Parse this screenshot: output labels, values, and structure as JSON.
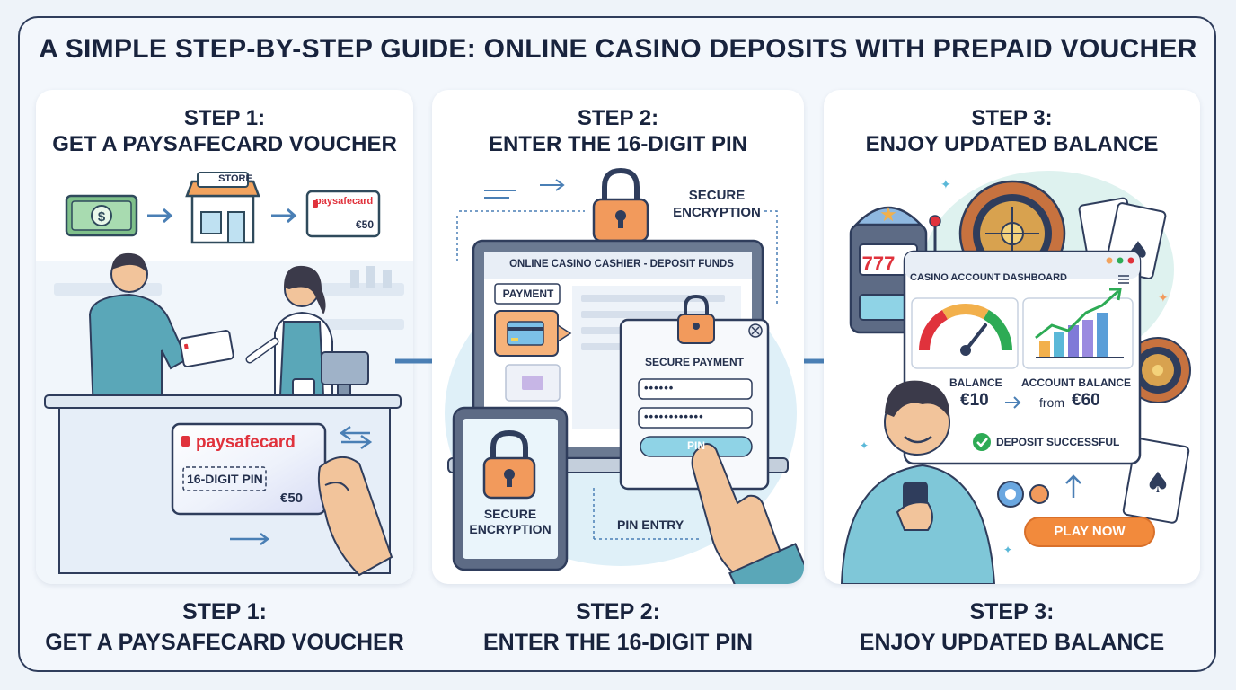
{
  "title": "A SIMPLE STEP-BY-STEP GUIDE: ONLINE CASINO DEPOSITS WITH PREPAID VOUCHER",
  "steps": [
    {
      "heading": "STEP 1:",
      "subheading": "GET A PAYSAFECARD VOUCHER"
    },
    {
      "heading": "STEP 2:",
      "subheading": "ENTER THE 16-DIGIT PIN"
    },
    {
      "heading": "STEP 3:",
      "subheading": "ENJOY UPDATED BALANCE"
    }
  ],
  "step1": {
    "store_label": "STORE",
    "brand": "paysafecard",
    "card_value": "€50",
    "pin_label": "16-DIGIT PIN",
    "hand_card_value": "€50"
  },
  "step2": {
    "secure_encryption_top": "SECURE ENCRYPTION",
    "cashier_title": "ONLINE CASINO CASHIER - DEPOSIT FUNDS",
    "payment_label": "PAYMENT",
    "secure_payment_label": "SECURE PAYMENT",
    "pin_field_1": "••••••",
    "pin_field_2": "••••••••••••",
    "pin_button": "PIN",
    "tablet_label": "SECURE ENCRYPTION",
    "pin_entry_label": "PIN ENTRY"
  },
  "step3": {
    "dashboard_title": "CASINO ACCOUNT DASHBOARD",
    "balance_label": "BALANCE",
    "balance_value": "€10",
    "account_balance_label": "ACCOUNT BALANCE",
    "account_balance_prefix": "from",
    "account_balance_value": "€60",
    "deposit_status": "DEPOSIT SUCCESSFUL",
    "play_button": "PLAY NOW",
    "slot_reels": "777"
  },
  "colors": {
    "brand_red": "#e0323c",
    "accent_orange": "#f28a3c",
    "success_green": "#2dab55",
    "frame": "#2f3d5c",
    "soft_blue": "#d9ecf7"
  }
}
